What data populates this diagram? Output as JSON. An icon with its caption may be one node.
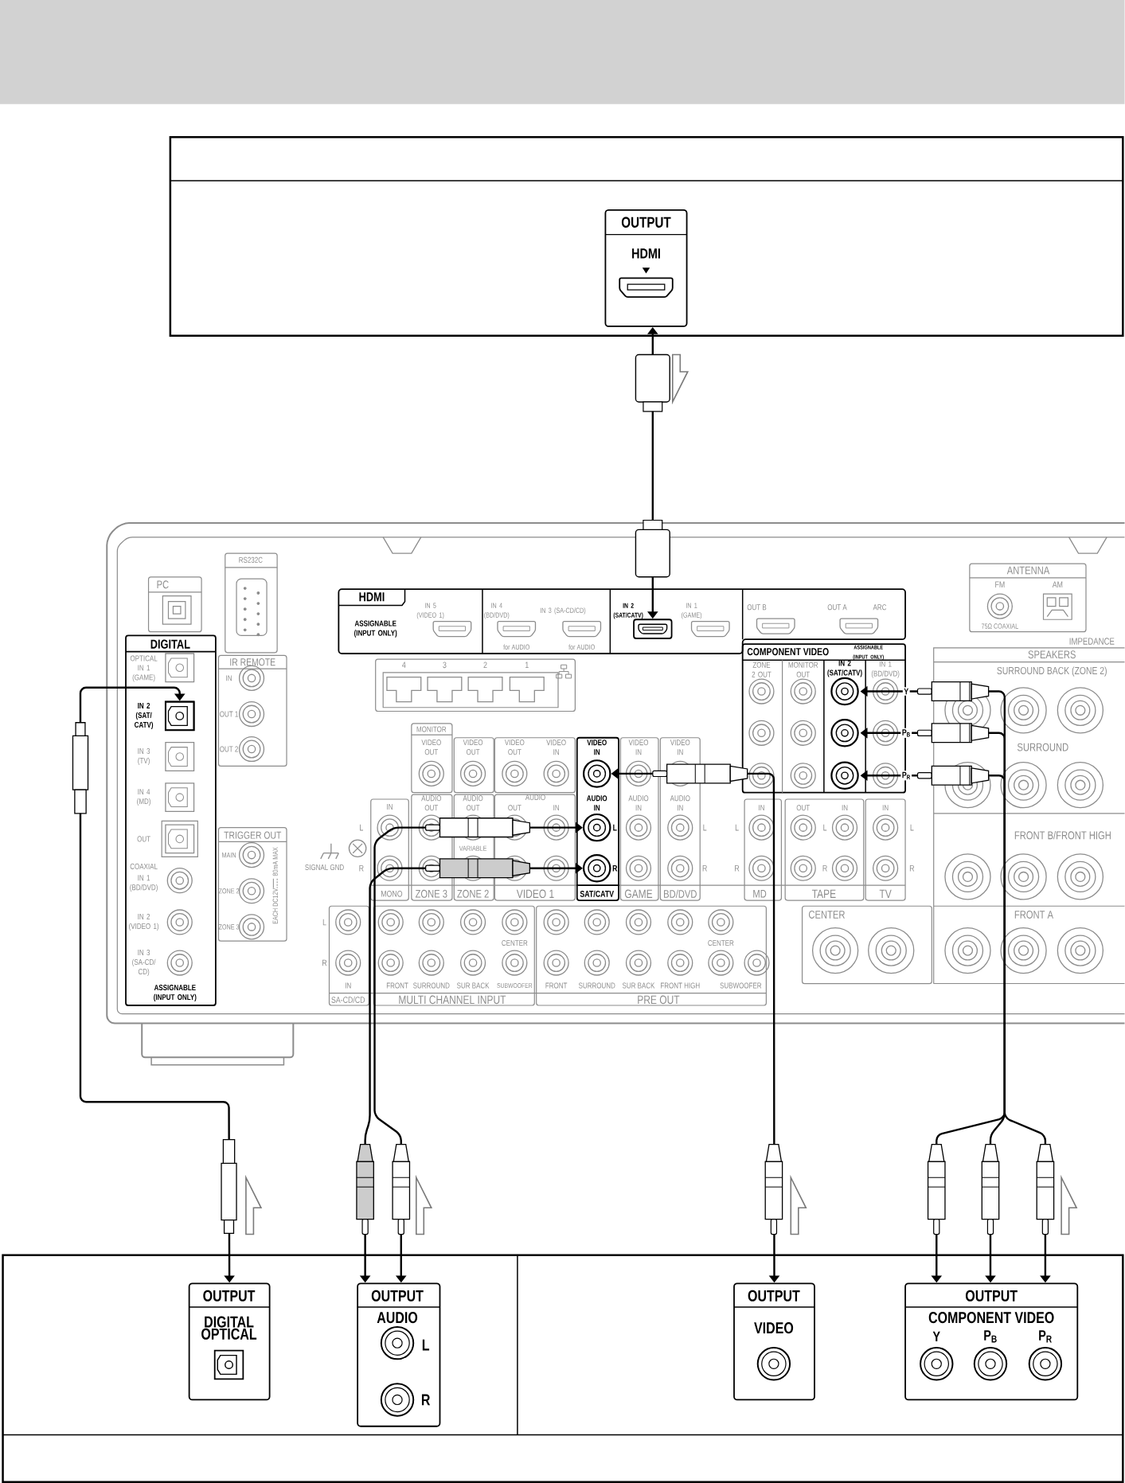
{
  "diagram": {
    "nodes": [
      {
        "text": [],
        "shape": "box"
      },
      {
        "text": [
          "OUTPUT",
          "HDMI"
        ],
        "in": 0
      },
      {
        "text": [],
        "shape": "picture"
      },
      {
        "text": [],
        "shape": "box",
        "in": 2,
        "beside": [
          "IN 2 (SAT/CATV)"
        ]
      },
      {
        "text": [],
        "shape": "box",
        "in": 2,
        "beside": [
          "IN 2 (SAT/ CATV)"
        ]
      },
      {
        "text": [],
        "shape": "circle",
        "in": 2,
        "beside": [
          "VIDEO IN"
        ]
      },
      {
        "text": [],
        "shape": "circle",
        "in": 2,
        "beside": [
          "AUDIO IN",
          "L"
        ]
      },
      {
        "text": [],
        "shape": "circle",
        "in": 2,
        "beside": [
          "R",
          "SAT/CATV"
        ]
      },
      {
        "text": [],
        "shape": "circle",
        "in": 2,
        "beside": [
          "IN 2 (SAT/CATV)"
        ]
      },
      {
        "text": [],
        "shape": "circle",
        "in": 2
      },
      {
        "text": [],
        "shape": "circle",
        "in": 2
      },
      {
        "text": [],
        "shape": "box"
      },
      {
        "text": [
          "OUTPUT",
          "DIGITAL OPTICAL"
        ],
        "in": 11
      },
      {
        "text": [
          "OUTPUT",
          "AUDIO",
          "L",
          "R"
        ],
        "in": 11
      },
      {
        "text": [
          "OUTPUT",
          "VIDEO"
        ],
        "in": 11
      },
      {
        "text": [
          "OUTPUT",
          "COMPONENT VIDEO",
          "Y",
          "P$_{B}$",
          "P$_{R}$"
        ],
        "in": 11
      }
    ],
    "edges": [
      {
        "from": 1,
        "to": 3,
        "arrow": "both"
      },
      {
        "from": 12,
        "to": 4,
        "arrow": "both"
      },
      {
        "from": 13,
        "to": 6,
        "arrow": "both"
      },
      {
        "from": 13,
        "to": 7,
        "arrow": "both"
      },
      {
        "from": 14,
        "to": 5,
        "arrow": "both"
      },
      {
        "from": 15,
        "to": 8,
        "arrow": "both",
        "label": "Y"
      },
      {
        "from": 15,
        "to": 9,
        "arrow": "both",
        "label": "P$_{B}$"
      },
      {
        "from": 15,
        "to": 10,
        "arrow": "both",
        "label": "P$_{R}$"
      }
    ],
    "labels": [
      "PC",
      "RS232C",
      "HDMI",
      "ASSIGNABLE (INPUT ONLY)",
      "IN 5 (VIDEO 1)",
      "IN 4 (BD/DVD)",
      "IN 3 (SA-CD/CD)",
      "IN 1 (GAME)",
      "for AUDIO",
      "for AUDIO",
      "OUT B",
      "OUT A",
      "ARC",
      "ANTENNA",
      "FM",
      "AM",
      "75Ω COAXIAL",
      "IMPEDANCE",
      "DIGITAL",
      "OPTICAL",
      "IN 1 (GAME)",
      "IN 3 (TV)",
      "IN 4 (MD)",
      "OUT",
      "COAXIAL",
      "IN 1 (BD/DVD)",
      "IN 2 (VIDEO 1)",
      "IN 3 (SA-CD/ CD)",
      "ASSIGNABLE (INPUT ONLY)",
      "IR REMOTE",
      "IN",
      "OUT 1",
      "OUT 2",
      "TRIGGER OUT",
      "MAIN",
      "ZONE 2",
      "ZONE 3",
      "EACH DC12V",
      "80mA MAX",
      "SIGNAL GND",
      "4",
      "3",
      "2",
      "1",
      "COMPONENT VIDEO",
      "ASSIGNABLE (INPUT ONLY)",
      "ZONE 2 OUT",
      "MONITOR OUT",
      "IN 1 (BD/DVD)",
      "SPEAKERS",
      "SURROUND BACK (ZONE 2)",
      "MONITOR",
      "VIDEO OUT",
      "VIDEO OUT",
      "VIDEO OUT",
      "VIDEO IN",
      "VIDEO IN",
      "VIDEO IN",
      "SURROUND",
      "IN",
      "AUDIO OUT",
      "AUDIO OUT",
      "AUDIO",
      "OUT",
      "IN",
      "AUDIO IN",
      "AUDIO IN",
      "IN",
      "OUT",
      "IN",
      "IN",
      "L",
      "L",
      "L",
      "L",
      "L",
      "FRONT B/FRONT HIGH",
      "VARIABLE",
      "R",
      "R",
      "R",
      "R",
      "R",
      "MONO",
      "ZONE 3",
      "ZONE 2",
      "VIDEO 1",
      "GAME",
      "BD/DVD",
      "MD",
      "TAPE",
      "TV",
      "CENTER",
      "FRONT A",
      "L",
      "CENTER",
      "CENTER",
      "R",
      "IN",
      "FRONT",
      "SURROUND",
      "SUR BACK",
      "SUBWOOFER",
      "FRONT",
      "SURROUND",
      "SUR BACK",
      "FRONT HIGH",
      "SUBWOOFER",
      "SA-CD/CD",
      "MULTI CHANNEL INPUT",
      "PRE OUT"
    ]
  }
}
